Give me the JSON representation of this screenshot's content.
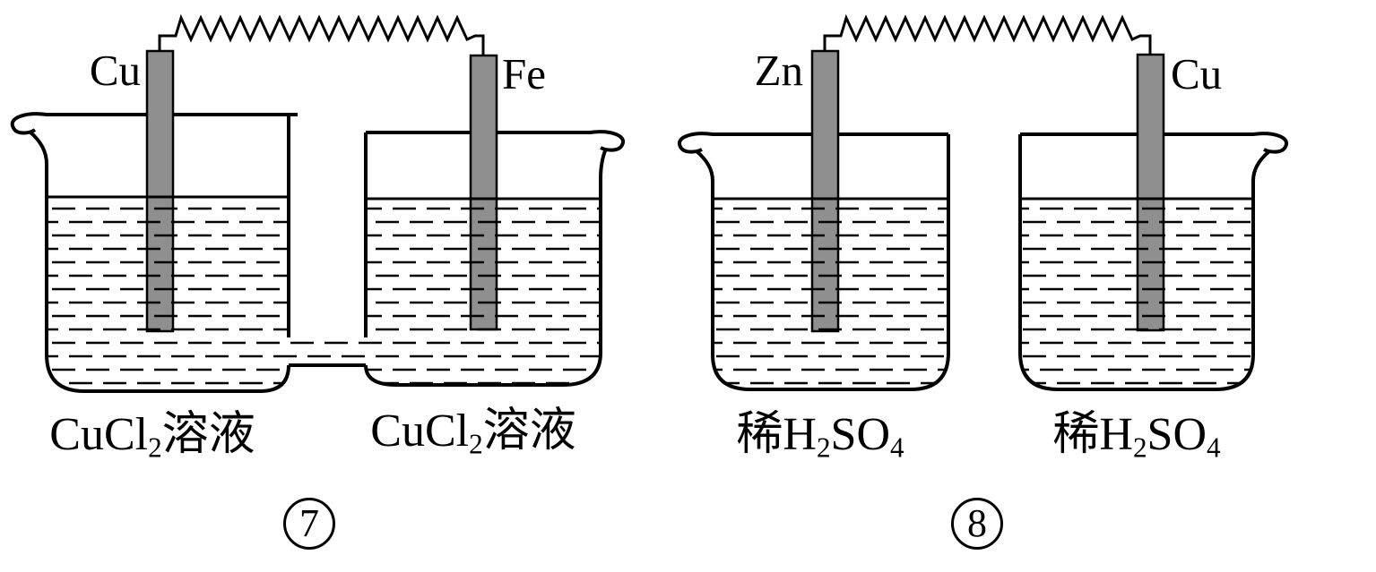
{
  "background": "#ffffff",
  "colors": {
    "line": "#000000",
    "electrode_fill": "#8f8f8f"
  },
  "figure7": {
    "number": "7",
    "left_electrode_label": "Cu",
    "right_electrode_label": "Fe",
    "left_solution": {
      "formula": "CuCl",
      "subscript": "2",
      "suffix": "溶液"
    },
    "right_solution": {
      "formula": "CuCl",
      "subscript": "2",
      "suffix": "溶液"
    }
  },
  "figure8": {
    "number": "8",
    "left_electrode_label": "Zn",
    "right_electrode_label": "Cu",
    "left_solution": {
      "prefix": "稀H",
      "sub1": "2",
      "mid": "SO",
      "sub2": "4"
    },
    "right_solution": {
      "prefix": "稀H",
      "sub1": "2",
      "mid": "SO",
      "sub2": "4"
    }
  }
}
